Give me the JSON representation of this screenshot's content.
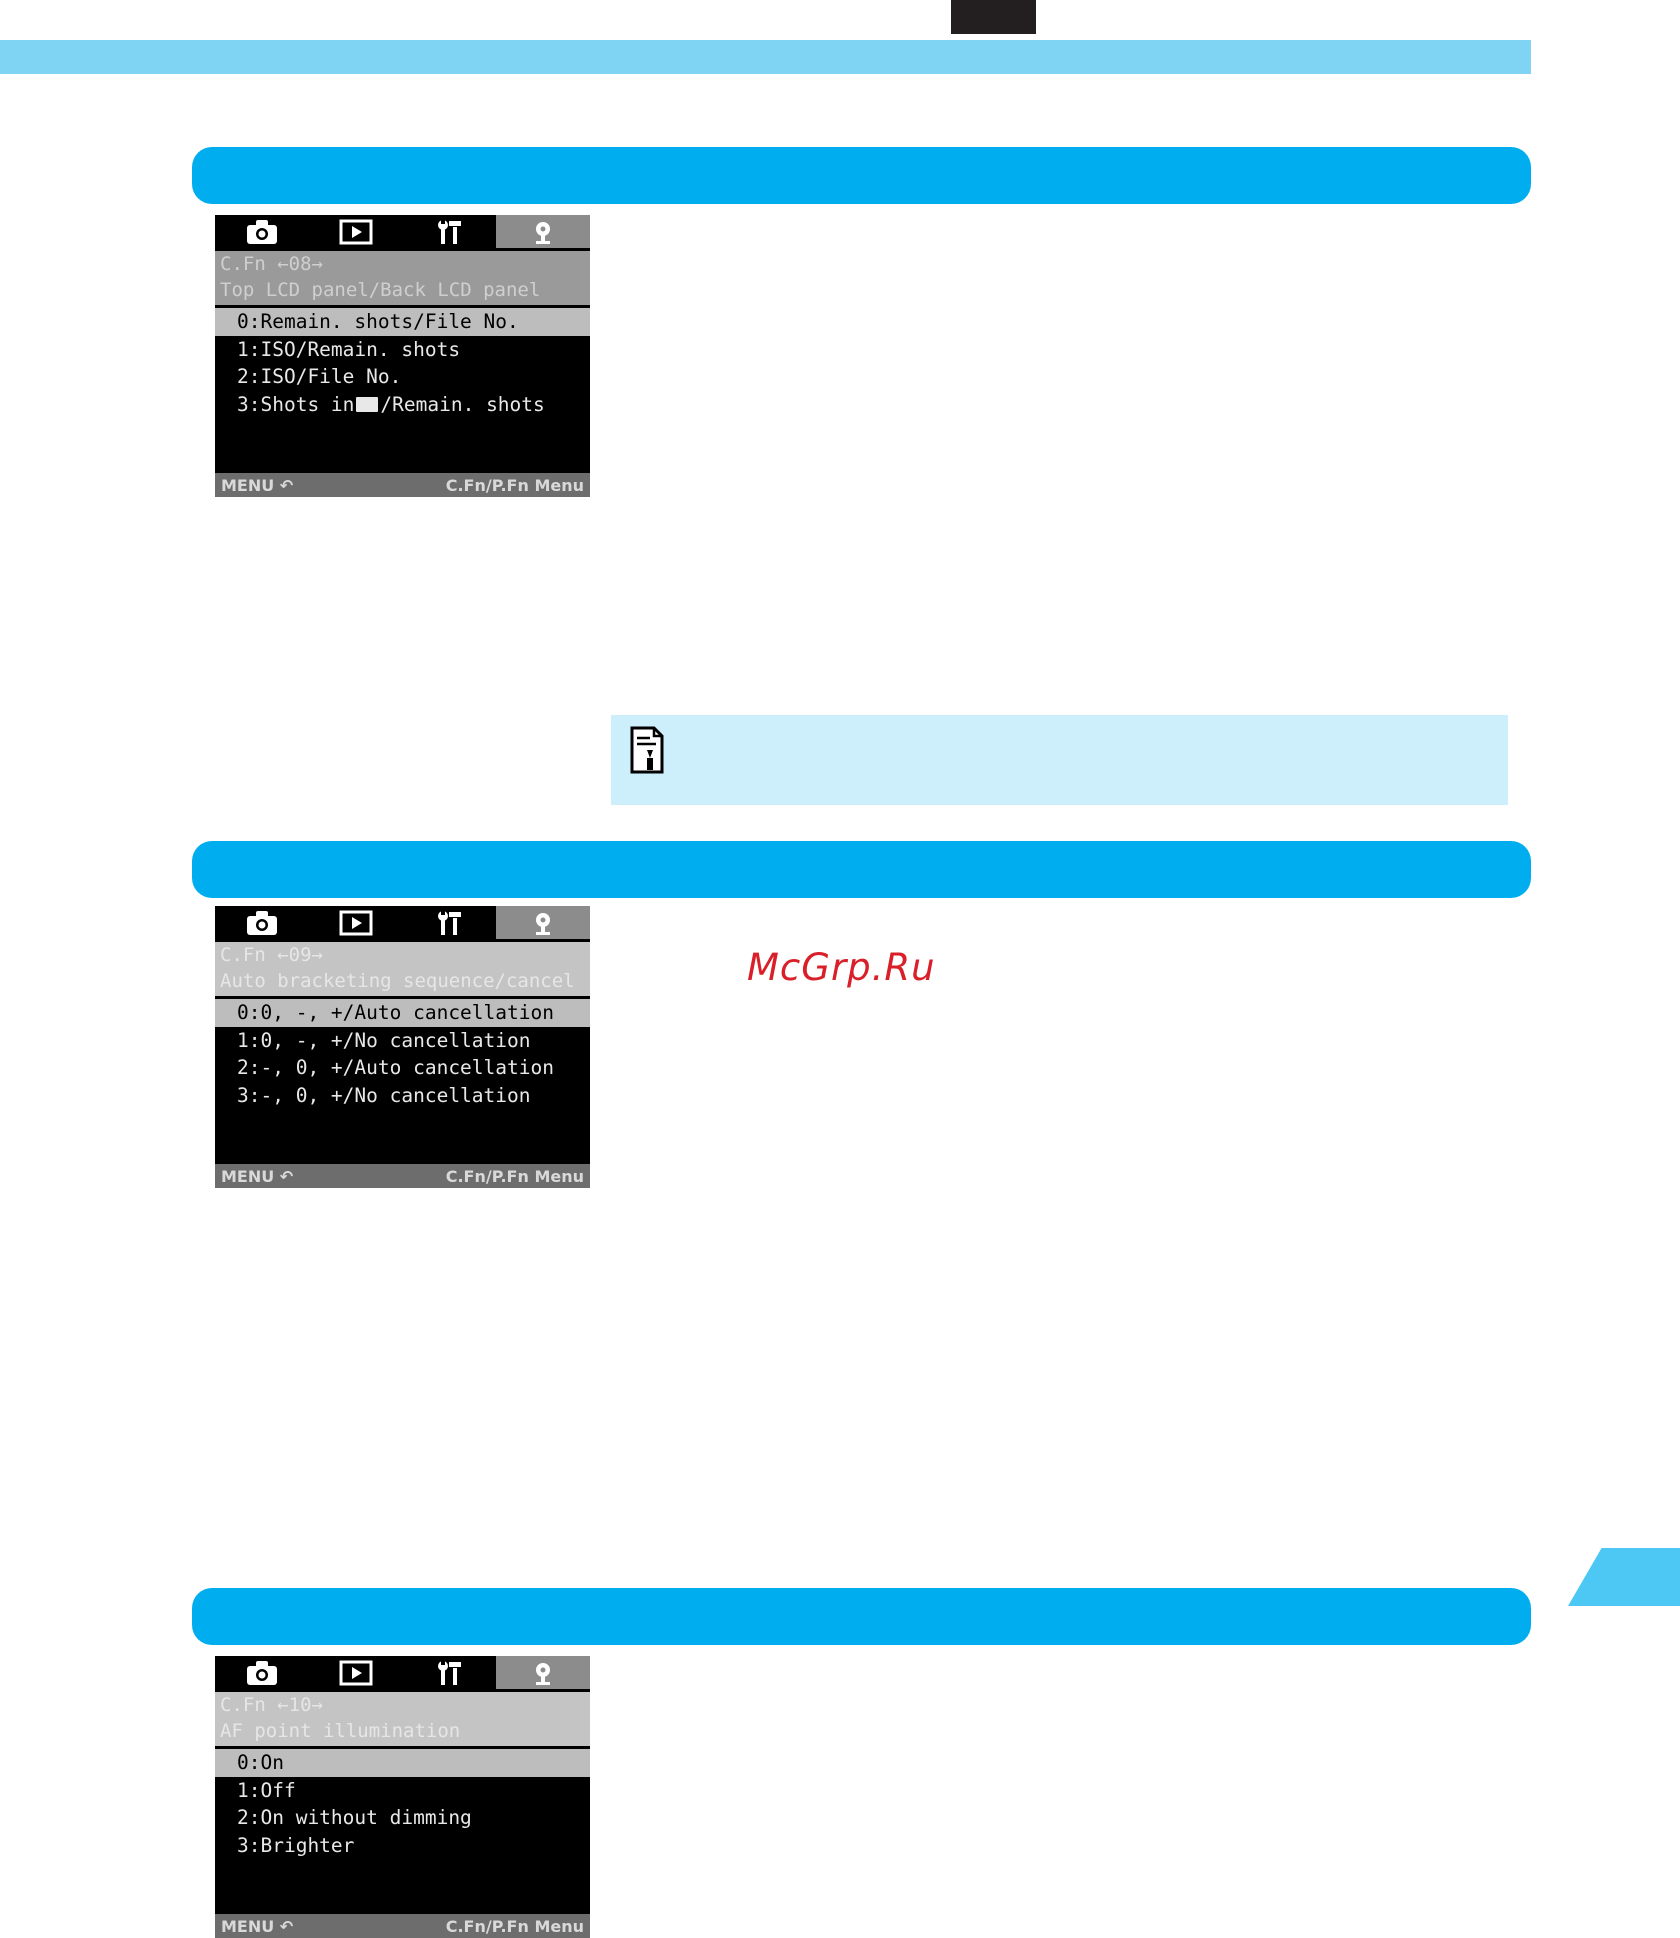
{
  "lcd_tabs": [
    "camera-icon",
    "playback-icon",
    "tools-icon",
    "custom-function-icon"
  ],
  "screens": [
    {
      "fn": "C.Fn ←08→",
      "title": "Top LCD panel/Back LCD panel",
      "options": [
        "0:Remain. shots/File No.",
        "1:ISO/Remain. shots",
        "2:ISO/File No."
      ],
      "option4_pre": "3:Shots in",
      "option4_post": "/Remain. shots",
      "footer_left": "MENU ↶",
      "footer_right": "C.Fn/P.Fn Menu"
    },
    {
      "fn": "C.Fn ←09→",
      "title": "Auto bracketing sequence/cancel",
      "options": [
        "0:0, -, +/Auto cancellation",
        "1:0, -, +/No cancellation",
        "2:-, 0, +/Auto cancellation",
        "3:-, 0, +/No cancellation"
      ],
      "footer_left": "MENU ↶",
      "footer_right": "C.Fn/P.Fn Menu"
    },
    {
      "fn": "C.Fn ←10→",
      "title": "AF point illumination",
      "options": [
        "0:On",
        "1:Off",
        "2:On without dimming",
        "3:Brighter"
      ],
      "footer_left": "MENU ↶",
      "footer_right": "C.Fn/P.Fn Menu"
    }
  ],
  "note": {
    "icon": "memo-icon"
  },
  "watermark": "McGrp.Ru",
  "colors": {
    "section_bar": "#00aeef",
    "top_band": "#7fd3f3",
    "note_bg": "#cdeefb",
    "watermark": "#d9202a"
  }
}
